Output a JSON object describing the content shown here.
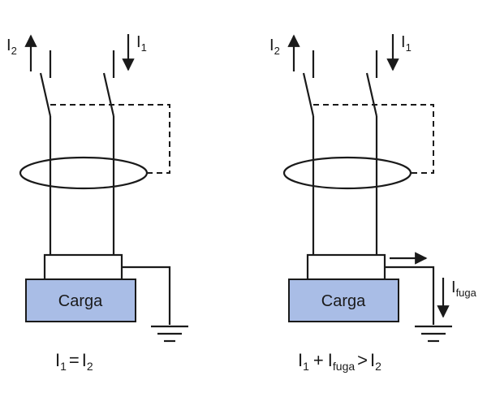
{
  "left": {
    "current_out": {
      "main": "I",
      "sub": "2"
    },
    "current_in": {
      "main": "I",
      "sub": "1"
    },
    "load_label": "Carga",
    "formula": {
      "a_main": "I",
      "a_sub": "1",
      "eq": "=",
      "b_main": "I",
      "b_sub": "2"
    }
  },
  "right": {
    "current_out": {
      "main": "I",
      "sub": "2"
    },
    "current_in": {
      "main": "I",
      "sub": "1"
    },
    "leak_current": {
      "main": "I",
      "sub": "fuga"
    },
    "load_label": "Carga",
    "formula": {
      "a_main": "I",
      "a_sub": "1",
      "plus": "+",
      "b_main": "I",
      "b_sub": "fuga",
      "gt": ">",
      "c_main": "I",
      "c_sub": "2"
    }
  },
  "colors": {
    "load_fill": "#a9bde6",
    "line": "#1a1a1a"
  }
}
